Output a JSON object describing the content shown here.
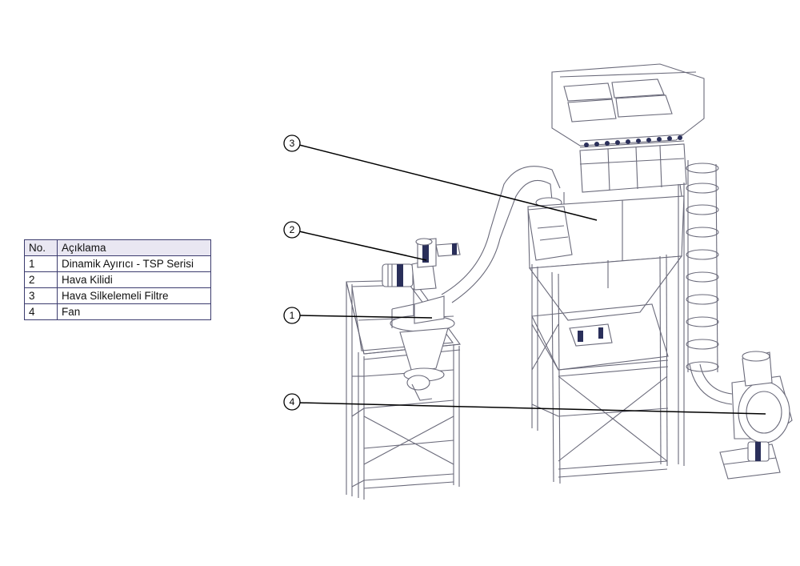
{
  "legend": {
    "header_no": "No.",
    "header_desc": "Açıklama",
    "rows": [
      {
        "no": "1",
        "desc": "Dinamik Ayırıcı - TSP Serisi"
      },
      {
        "no": "2",
        "desc": "Hava Kilidi"
      },
      {
        "no": "3",
        "desc": "Hava Silkelemeli Filtre"
      },
      {
        "no": "4",
        "desc": "Fan"
      }
    ]
  },
  "callouts": [
    "1",
    "2",
    "3",
    "4"
  ],
  "colors": {
    "line_art": "#6a6a7a",
    "table_border": "#3c3c6e",
    "header_fill": "#e9e7f2"
  }
}
